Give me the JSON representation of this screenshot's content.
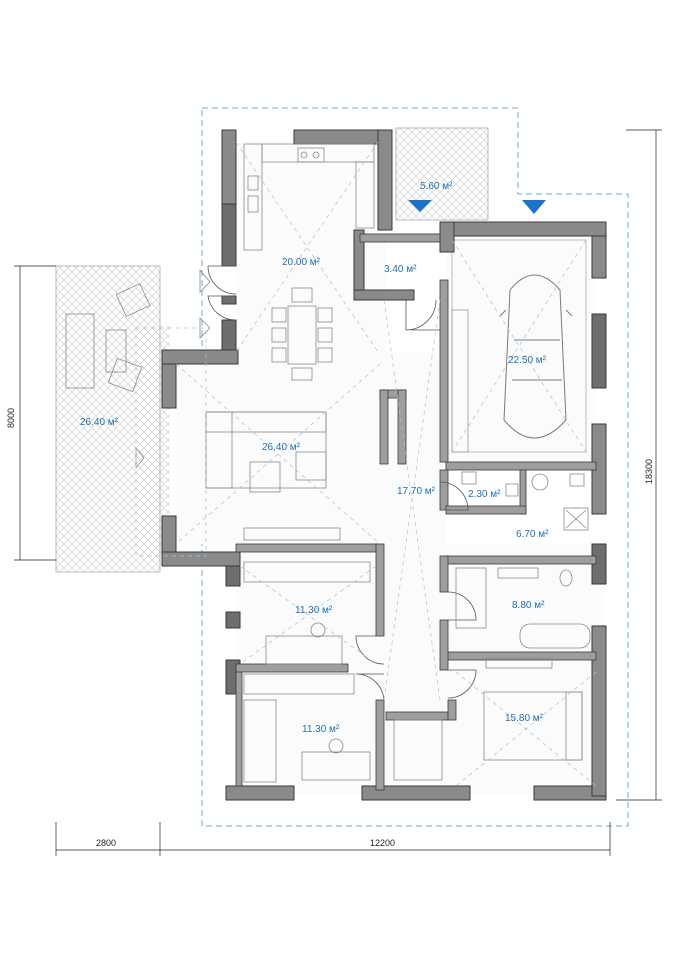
{
  "rooms": {
    "terrace_top": "5.60 м²",
    "kitchen_dining": "20.00 м²",
    "wc_small": "3.40 м²",
    "garage": "22.50 м²",
    "terrace_left": "26.40 м²",
    "living": "26.40 м²",
    "hall": "17.70 м²",
    "wc_guest": "2.30 м²",
    "utility": "6.70 м²",
    "bathroom": "8.80 м²",
    "bedroom_1": "11.30 м²",
    "bedroom_2": "11.30 м²",
    "bedroom_master": "15.80 м²"
  },
  "dimensions": {
    "left_height": "8000",
    "right_height": "18300",
    "bottom_left": "2800",
    "bottom_total": "12200"
  },
  "colors": {
    "wall": "#6e6e6e",
    "wall_edge": "#3a3a3a",
    "wall_inner": "#d8d8d8",
    "accent": "#1f6fb5",
    "dash": "#6fa8d6",
    "furniture": "#9a9a9a"
  }
}
